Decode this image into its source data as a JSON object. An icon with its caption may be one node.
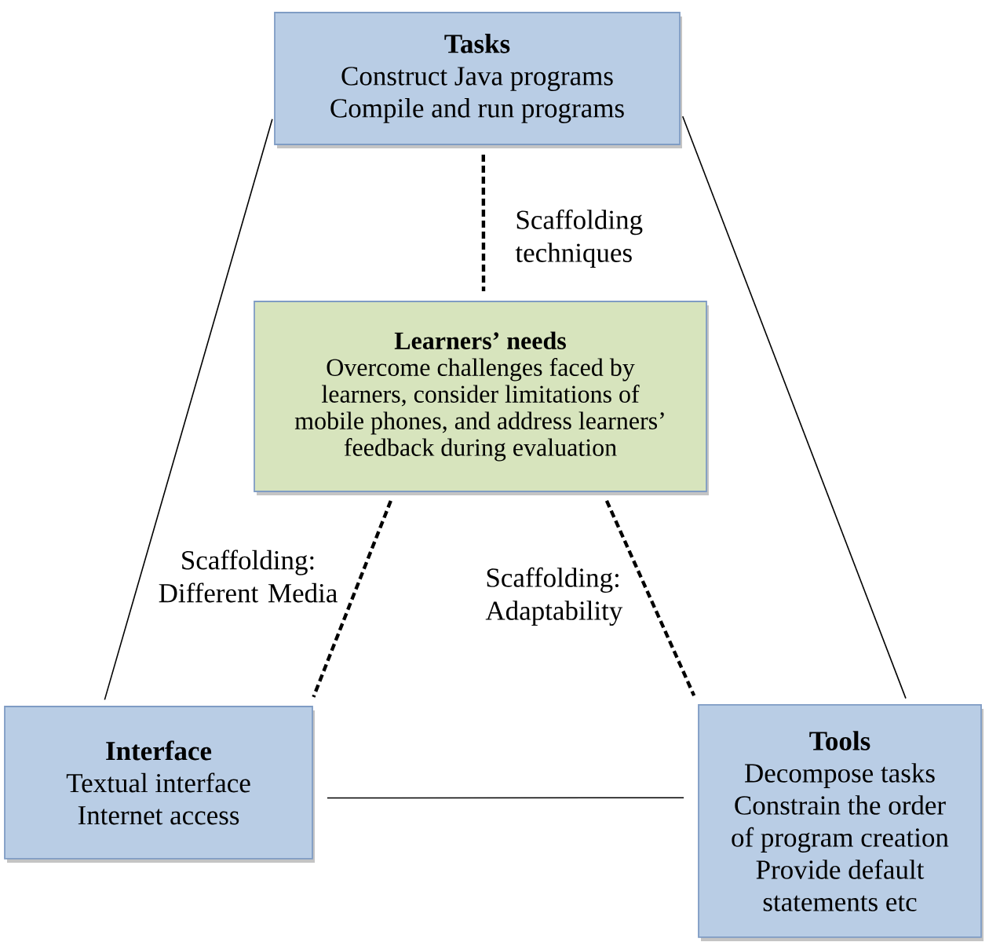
{
  "diagram": {
    "nodes": [
      {
        "text": [
          "Tasks",
          "Construct Java programs",
          "Compile and run programs"
        ]
      },
      {
        "text": [
          "Learners’ needs",
          "Overcome challenges faced by learners, consider limitations of mobile phones, and address learners’ feedback during evaluation"
        ]
      },
      {
        "text": [
          "Interface",
          "Textual interface",
          "Internet access"
        ]
      },
      {
        "text": [
          "Tools",
          "Decompose tasks",
          "Constrain the order of program creation",
          "Provide default statements etc"
        ]
      }
    ],
    "edges": [
      {
        "from": 0,
        "to": 1,
        "arrow": "none",
        "style": "dashed",
        "label": "Scaffolding techniques"
      },
      {
        "from": 0,
        "to": 2,
        "arrow": "none"
      },
      {
        "from": 0,
        "to": 3,
        "arrow": "none"
      },
      {
        "from": 1,
        "to": 2,
        "arrow": "none",
        "style": "dashed",
        "label": "Scaffolding: Different Media"
      },
      {
        "from": 1,
        "to": 3,
        "arrow": "none",
        "style": "dashed",
        "label": "Scaffolding: Adaptability"
      },
      {
        "from": 2,
        "to": 3,
        "arrow": "none"
      }
    ]
  }
}
